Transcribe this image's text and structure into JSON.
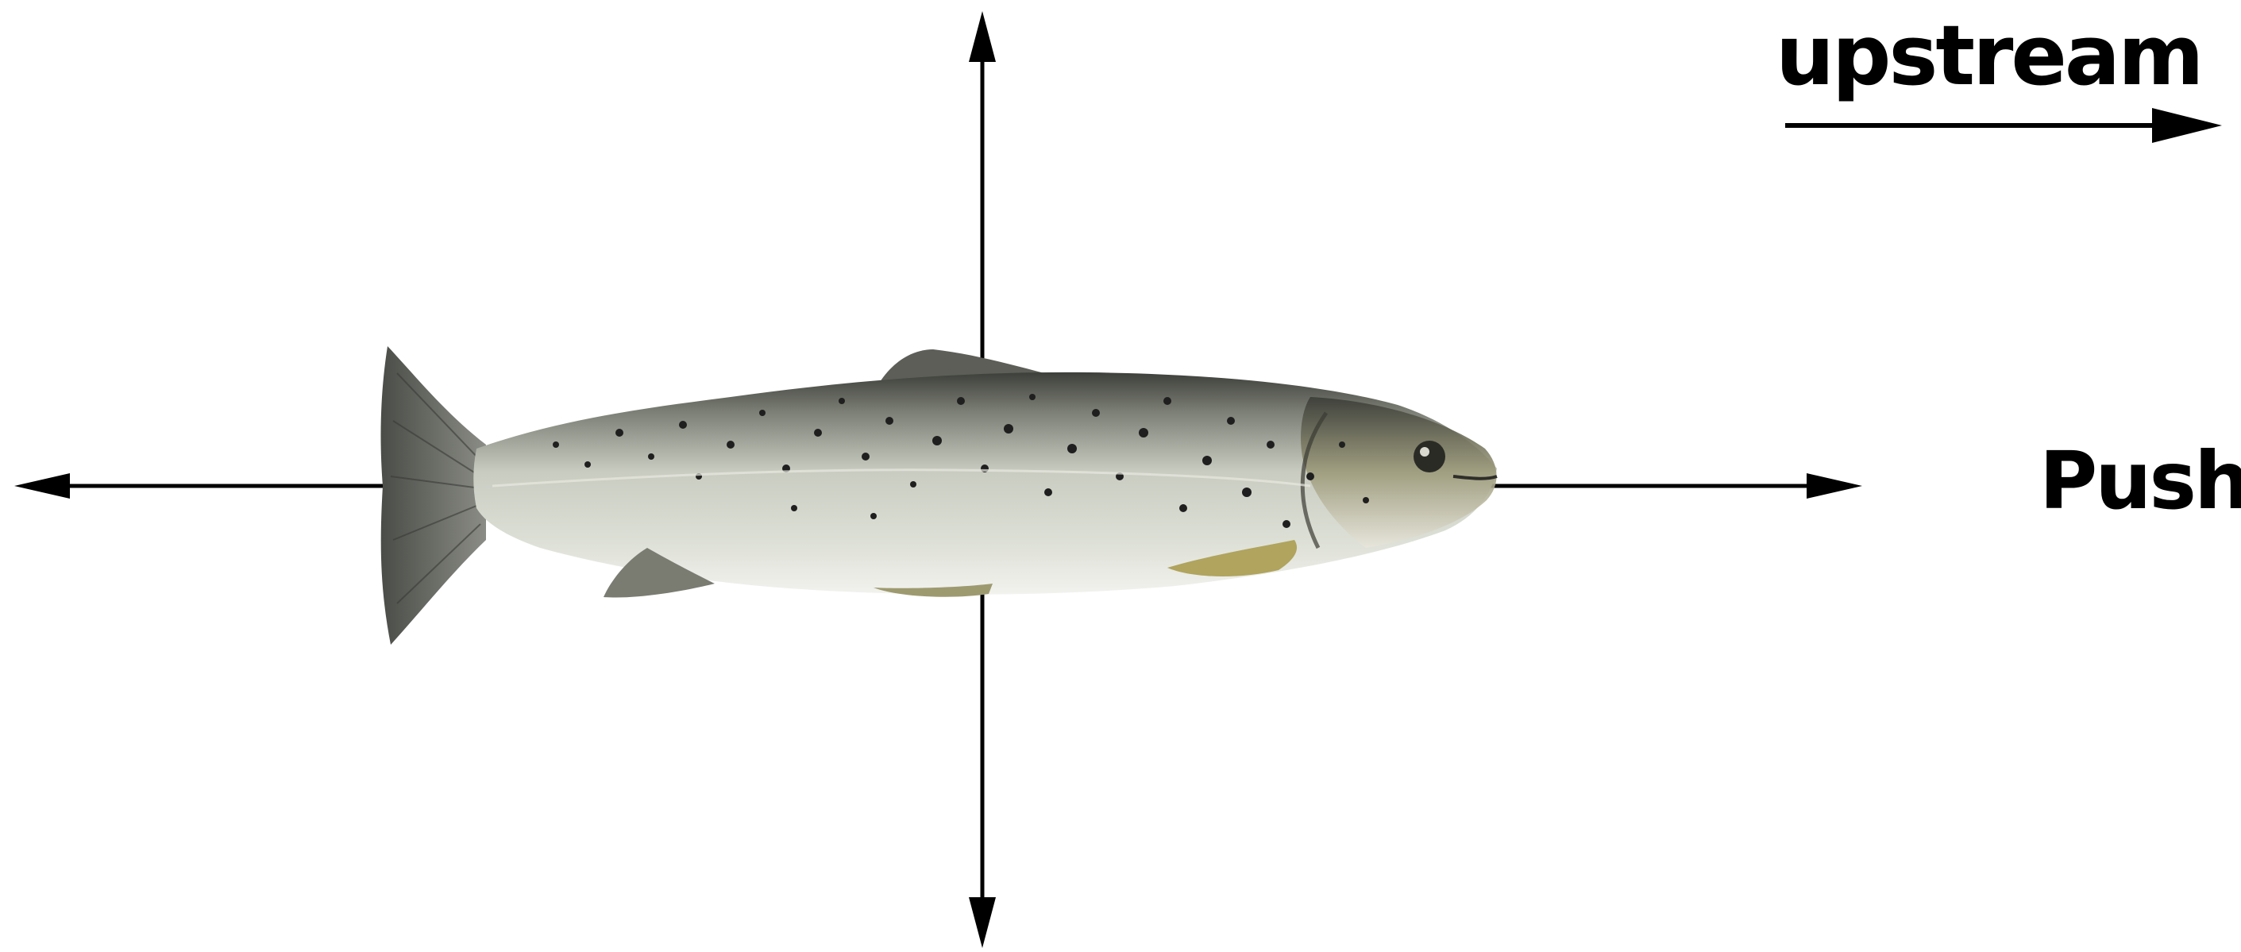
{
  "labels": {
    "upstream": "upstream",
    "push": "Push"
  },
  "illustration": {
    "subject": "trout-fish",
    "facing": "right"
  },
  "colors": {
    "arrow": "#000000",
    "background": "#ffffff",
    "fish_back": "#3d3f3a",
    "fish_body": "#c9ccc1",
    "fish_belly": "#f2f2ee",
    "fish_fin": "#5c5e57",
    "fish_yellow_fin": "#b0a45e",
    "fish_spot": "#1f1f1f"
  }
}
